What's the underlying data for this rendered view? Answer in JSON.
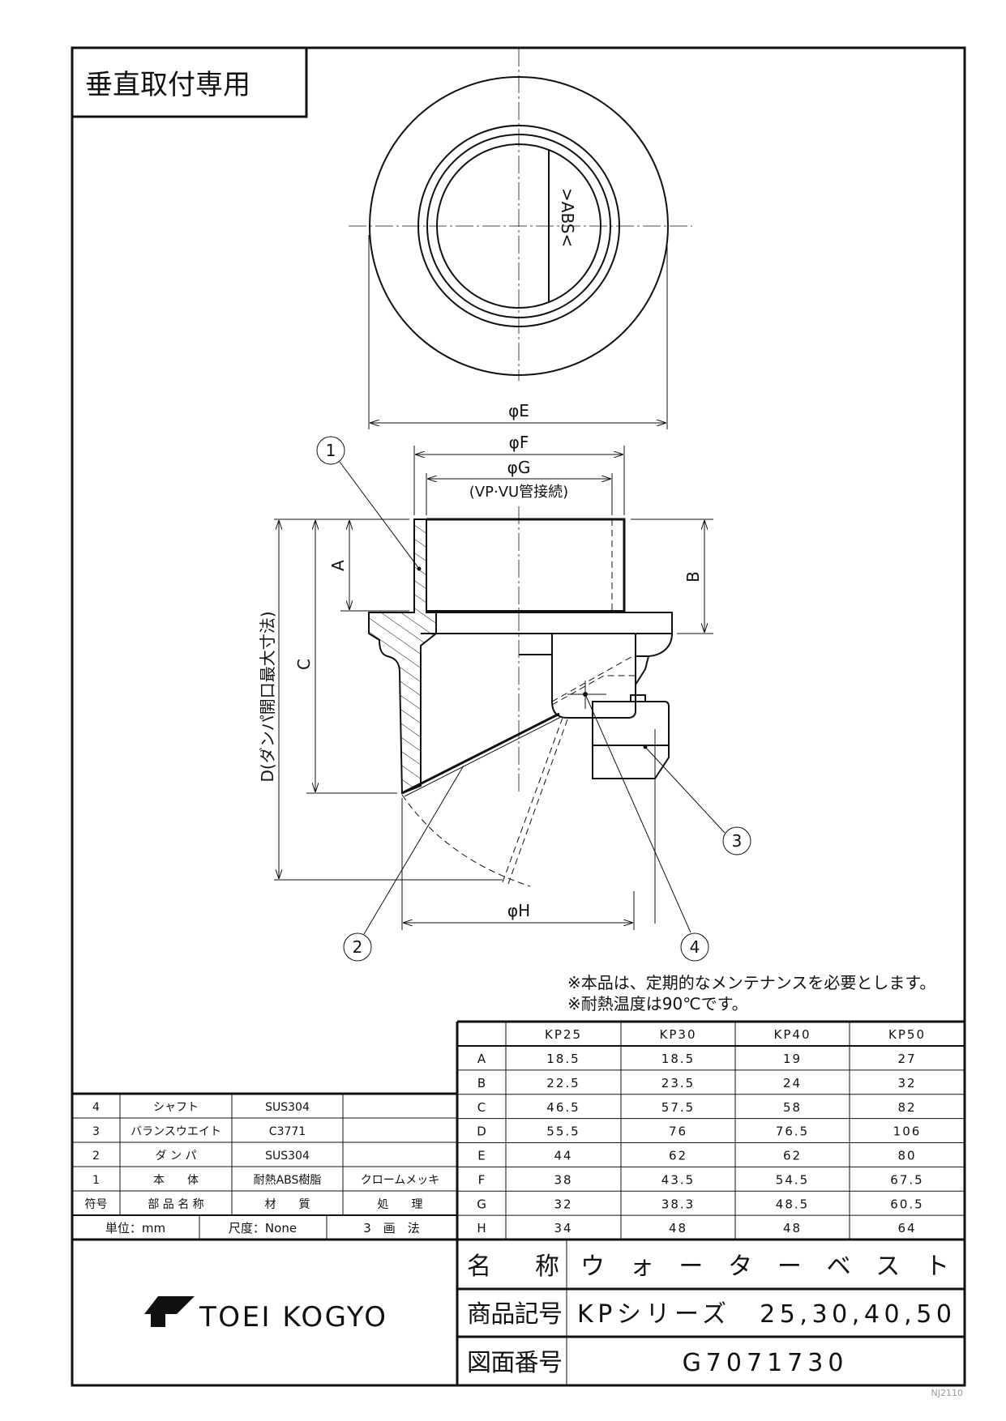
{
  "header": {
    "title": "垂直取付専用"
  },
  "top_view": {
    "abs_mark": ">ABS<",
    "dim_e": "φE"
  },
  "side_view": {
    "dim_f": "φF",
    "dim_g": "φG",
    "dim_g_note": "(VP·VU管接続)",
    "dim_a": "A",
    "dim_b": "B",
    "dim_c": "C",
    "dim_d": "D(ダンパ開口最大寸法)",
    "dim_h": "φH",
    "balloons": [
      "1",
      "2",
      "3",
      "4"
    ]
  },
  "notes": [
    "※本品は、定期的なメンテナンスを必要とします。",
    "※耐熱温度は90℃です。"
  ],
  "dimension_table": {
    "columns": [
      "KP25",
      "KP30",
      "KP40",
      "KP50"
    ],
    "rows": [
      {
        "label": "A",
        "values": [
          "18.5",
          "18.5",
          "19",
          "27"
        ]
      },
      {
        "label": "B",
        "values": [
          "22.5",
          "23.5",
          "24",
          "32"
        ]
      },
      {
        "label": "C",
        "values": [
          "46.5",
          "57.5",
          "58",
          "82"
        ]
      },
      {
        "label": "D",
        "values": [
          "55.5",
          "76",
          "76.5",
          "106"
        ]
      },
      {
        "label": "E",
        "values": [
          "44",
          "62",
          "62",
          "80"
        ]
      },
      {
        "label": "F",
        "values": [
          "38",
          "43.5",
          "54.5",
          "67.5"
        ]
      },
      {
        "label": "G",
        "values": [
          "32",
          "38.3",
          "48.5",
          "60.5"
        ]
      },
      {
        "label": "H",
        "values": [
          "34",
          "48",
          "48",
          "64"
        ]
      }
    ]
  },
  "parts_table": {
    "rows": [
      {
        "no": "4",
        "name": "シャフト",
        "material": "SUS304",
        "finish": ""
      },
      {
        "no": "3",
        "name": "バランスウエイト",
        "material": "C3771",
        "finish": ""
      },
      {
        "no": "2",
        "name": "ダ ン パ",
        "material": "SUS304",
        "finish": ""
      },
      {
        "no": "1",
        "name": "本　　体",
        "material": "耐熱ABS樹脂",
        "finish": "クロームメッキ"
      },
      {
        "no": "符号",
        "name": "部 品 名 称",
        "material": "材　　質",
        "finish": "処　　理"
      }
    ],
    "footer": {
      "unit": "単位：mm",
      "scale": "尺度：None",
      "projection": "3　画　法"
    }
  },
  "title_block": {
    "company": "TOEI KOGYO",
    "name_label": "名　　称",
    "name_value": "ウ ォ ー タ ー ベ ス ト",
    "code_label": "商品記号",
    "code_value": "KPシリーズ　25,30,40,50",
    "drawing_label": "図面番号",
    "drawing_value": "G7071730",
    "sheet_code": "NJ2110"
  }
}
